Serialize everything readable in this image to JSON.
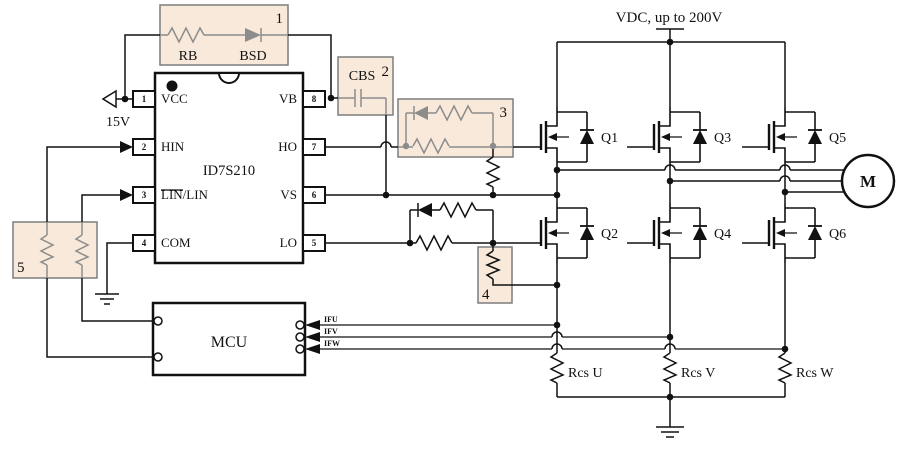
{
  "schematic": {
    "supply_label": "VDC, up to 200V",
    "vcc_label": "15V",
    "ic": {
      "name": "ID7S210",
      "pins": [
        {
          "num": "1",
          "name": "VCC"
        },
        {
          "num": "2",
          "name": "HIN"
        },
        {
          "num": "3",
          "name_overlined": "LIN",
          "name_rest": "/LIN"
        },
        {
          "num": "4",
          "name": "COM"
        },
        {
          "num": "8",
          "name": "VB"
        },
        {
          "num": "7",
          "name": "HO"
        },
        {
          "num": "6",
          "name": "VS"
        },
        {
          "num": "5",
          "name": "LO"
        }
      ]
    },
    "mcu": {
      "name": "MCU",
      "signals": [
        "IFU",
        "IFV",
        "IFW"
      ]
    },
    "callouts": [
      "1",
      "2",
      "3",
      "4",
      "5"
    ],
    "components": {
      "rb": "RB",
      "bsd": "BSD",
      "cbs": "CBS"
    },
    "transistors": [
      "Q1",
      "Q2",
      "Q3",
      "Q4",
      "Q5",
      "Q6"
    ],
    "shunts": [
      "Rcs U",
      "Rcs V",
      "Rcs W"
    ],
    "motor_label": "M",
    "colors": {
      "highlight_fill": "#f9e9da",
      "highlight_border": "#7d7d7d",
      "component_gray": "#8c8c8c",
      "wire": "#111111"
    }
  }
}
